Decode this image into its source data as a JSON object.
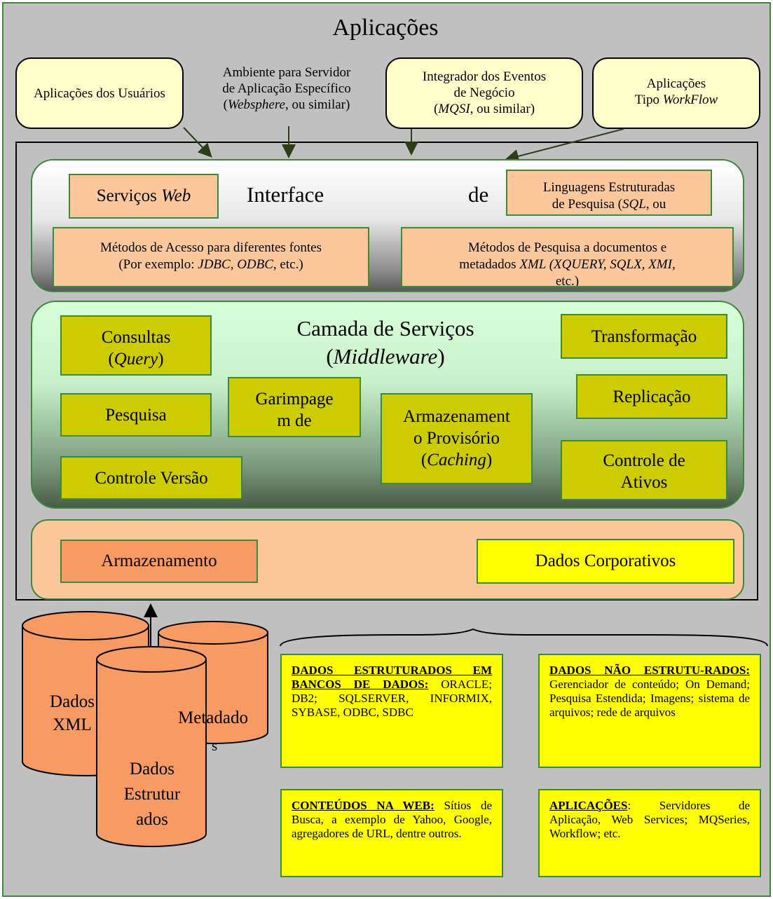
{
  "title": "Aplicações",
  "callouts": {
    "app_usuarios": "Aplicações dos Usuários",
    "ambiente": "Ambiente para Servidor de Aplicação Específico (Websphere, ou similar)",
    "integrador": "Integrador dos Eventos de Negócio (MQSI, ou similar)",
    "workflow": "Aplicações Tipo WorkFlow"
  },
  "interface_layer": {
    "label_left": "Interface",
    "label_right": "de",
    "servicos_web": "Serviços Web",
    "linguagens": "Linguagens Estruturadas de Pesquisa (SQL, ou",
    "metodos_acesso": "Métodos de Acesso para diferentes fontes (Por exemplo: JDBC, ODBC, etc.)",
    "metodos_pesquisa": "Métodos de Pesquisa a documentos e metadados XML (XQUERY, SQLX, XMI, etc.)"
  },
  "middleware_layer": {
    "title_line1": "Camada de Serviços",
    "title_line2": "(Middleware)",
    "consultas": "Consultas (Query)",
    "pesquisa": "Pesquisa",
    "controle_versao": "Controle Versão",
    "garimpagem": "Garimpagem de",
    "armazenamento_provisorio": "Armazenamento Provisório (Caching)",
    "transformacao": "Transformação",
    "replicacao": "Replicação",
    "controle_ativos": "Controle de Ativos"
  },
  "storage_layer": {
    "armazenamento": "Armazenamento",
    "dados_corporativos": "Dados Corporativos"
  },
  "cylinders": {
    "dados_xml": "Dados XML",
    "metadados": "Metadados",
    "dados_estruturados": "Dados Estruturados"
  },
  "sources": {
    "estruturados_head": "DADOS ESTRUTURADOS EM BANCOS DE DADOS:",
    "estruturados_body": "ORACLE; DB2; SQLSERVER, INFORMIX, SYBASE, ODBC, SDBC",
    "nao_estruturados_head": "DADOS NÃO ESTRUTU-RADOS:",
    "nao_estruturados_body": "Gerenciador de conteúdo; On Demand; Pesquisa Estendida; Imagens; sistema de arquivos; rede de arquivos",
    "web_head": "CONTEÚDOS NA WEB:",
    "web_body": "Sítios de Busca, a exemplo de Yahoo, Google, agregadores de URL, dentre outros.",
    "aplicacoes_head": "APLICAÇÕES",
    "aplicacoes_body": ": Servidores de Aplicação, Web Services; MQSeries, Workflow; etc."
  },
  "colors": {
    "background": "#c0c0c0",
    "callout_fill": "#ffffcc",
    "peach": "#fcc89b",
    "olive": "#cccc00",
    "yellow": "#ffff00",
    "salmon": "#f79a64",
    "green_border": "#3a8a3a"
  }
}
